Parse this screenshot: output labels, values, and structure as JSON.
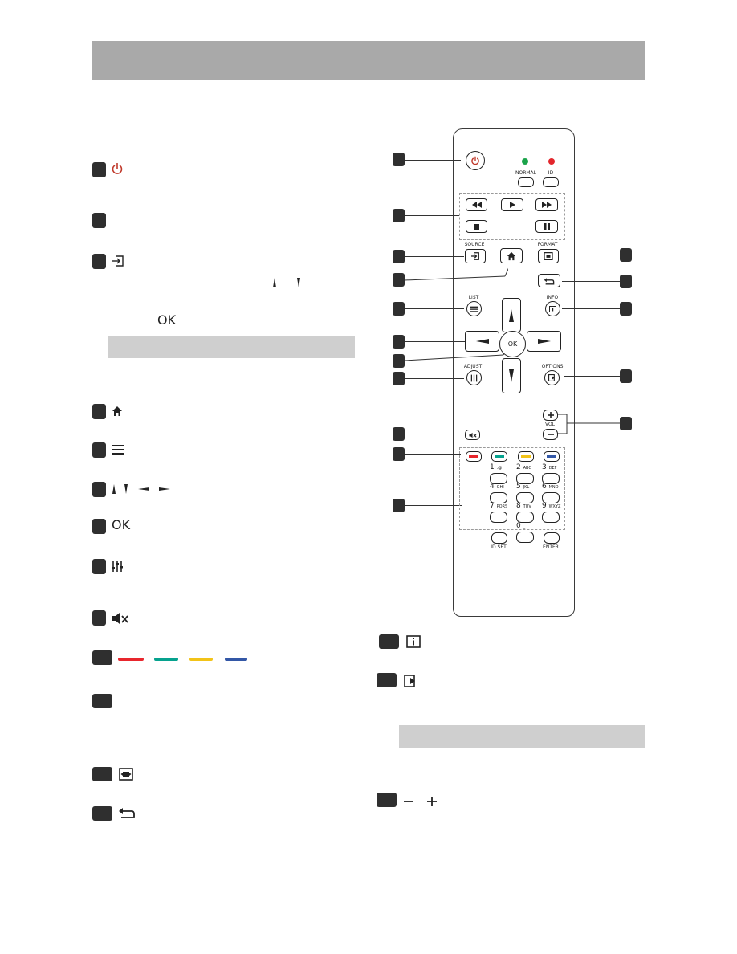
{
  "ok_label": "OK",
  "remote": {
    "normal_label": "NORMAL",
    "id_label": "ID",
    "source_label": "SOURCE",
    "format_label": "FORMAT",
    "list_label": "LIST",
    "info_label": "INFO",
    "adjust_label": "ADJUST",
    "options_label": "OPTIONS",
    "ok_label": "OK",
    "vol_label": "VOL",
    "keys": [
      {
        "digit": "1",
        "letters": ".@"
      },
      {
        "digit": "2",
        "letters": "ABC"
      },
      {
        "digit": "3",
        "letters": "DEF"
      },
      {
        "digit": "4",
        "letters": "GHI"
      },
      {
        "digit": "5",
        "letters": "JKL"
      },
      {
        "digit": "6",
        "letters": "MNO"
      },
      {
        "digit": "7",
        "letters": "PQRS"
      },
      {
        "digit": "8",
        "letters": "TUV"
      },
      {
        "digit": "9",
        "letters": "WXYZ"
      }
    ],
    "zero_label": "0",
    "zero_sub": "_",
    "idset_label": "ID SET",
    "enter_label": "ENTER"
  },
  "colors": {
    "header_bar": "#a9a9a9",
    "sub_bar": "#cfcfcf",
    "power_icon": "#c0392b",
    "red_key": "#e8262d",
    "green_key": "#06a28e",
    "yellow_key": "#f2c318",
    "blue_key": "#3357a6",
    "led_green": "#1aa34a",
    "led_red": "#e3262c"
  },
  "icons": [
    "power-icon",
    "source-icon",
    "home-icon",
    "list-icon",
    "arrow-icons",
    "adjust-icon",
    "mute-icon",
    "format-icon",
    "back-icon",
    "info-icon",
    "options-icon",
    "minus-icon",
    "plus-icon"
  ]
}
